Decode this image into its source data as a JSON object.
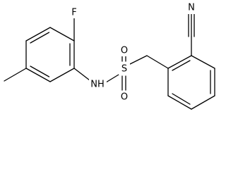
{
  "molecule": {
    "atom_labels": {
      "fluorine": "F",
      "nitrogen_amide": "NH",
      "sulfur": "S",
      "oxygen_top": "O",
      "oxygen_bottom": "O",
      "nitrogen_nitrile": "N"
    }
  }
}
